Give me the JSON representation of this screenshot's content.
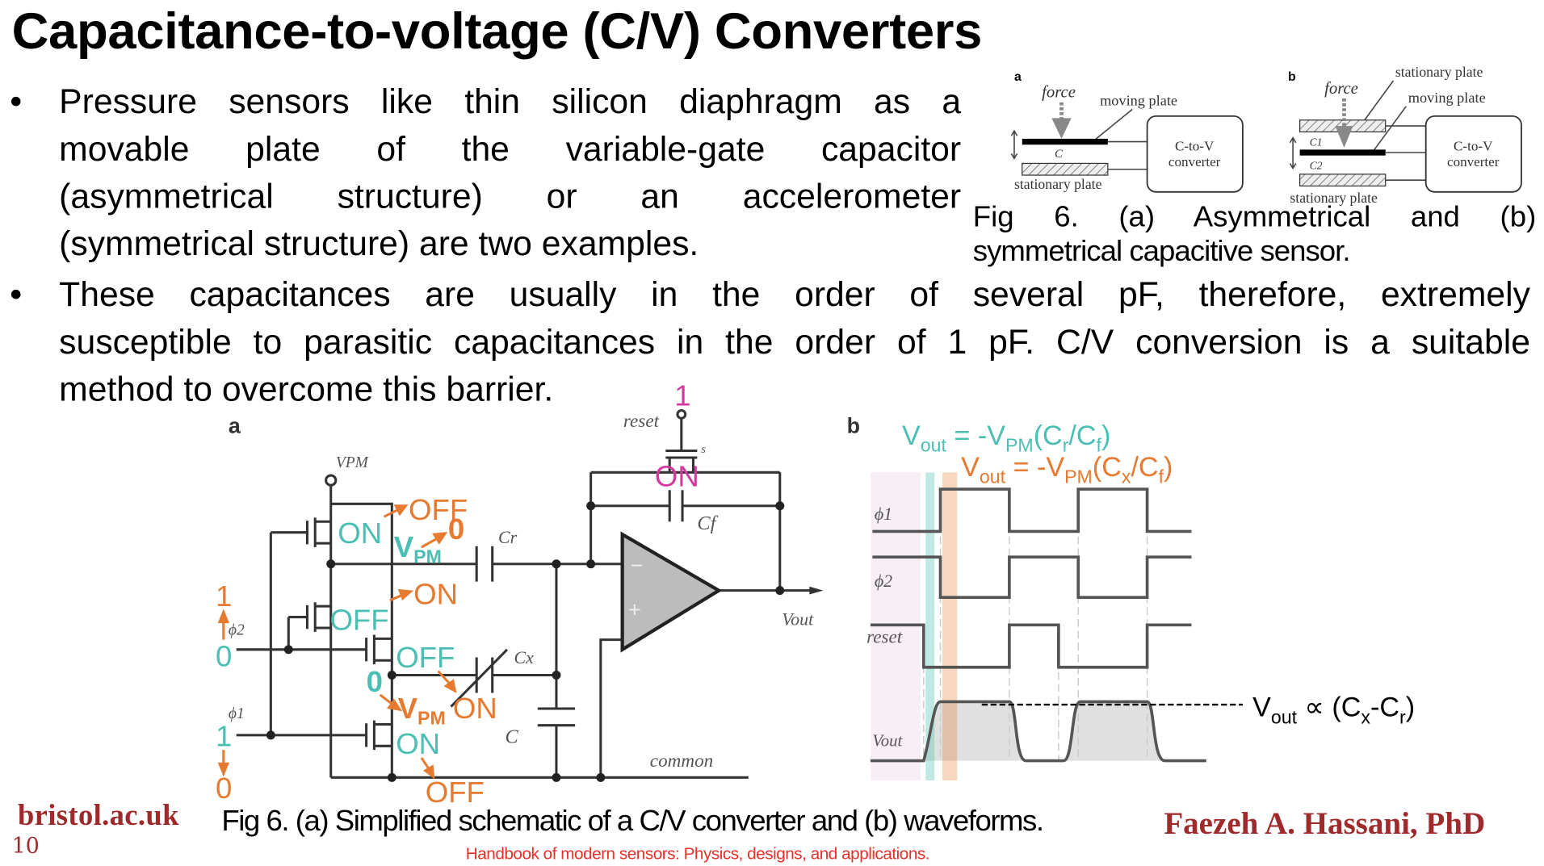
{
  "slide": {
    "title": "Capacitance-to-voltage (C/V) Converters",
    "bullet_char": "•",
    "bullets": [
      {
        "lines": [
          "Pressure sensors like thin silicon diaphragm as a",
          "movable plate of the variable-gate capacitor",
          "(asymmetrical structure) or an accelerometer",
          "(symmetrical structure) are two examples."
        ]
      },
      {
        "lines": [
          "These capacitances are usually in the order of several pF, therefore, extremely",
          "susceptible to parasitic capacitances in the order of 1 pF. C/V conversion is a suitable",
          "method to overcome this barrier."
        ]
      }
    ],
    "caption_top": {
      "lines": [
        "Fig 6. (a) Asymmetrical and (b)",
        "symmetrical capacitive sensor."
      ]
    },
    "caption_bottom": "Fig 6. (a) Simplified schematic of a C/V converter and (b) waveforms.",
    "reference": "Handbook of modern sensors: Physics, designs, and applications.",
    "footer": {
      "site": "bristol.ac.uk",
      "page_number": "10",
      "author": "Faezeh A. Hassani, PhD"
    }
  },
  "sensor_figure": {
    "a": {
      "label": "a",
      "force": "force",
      "moving_plate": "moving plate",
      "cap": "C",
      "stationary_plate": "stationary plate",
      "box": [
        "C-to-V",
        "converter"
      ]
    },
    "b": {
      "label": "b",
      "force": "force",
      "stationary_plate_top": "stationary plate",
      "moving_plate": "moving plate",
      "c1": "C1",
      "c2": "C2",
      "stationary_plate_bottom": "stationary plate",
      "box": [
        "C-to-V",
        "converter"
      ]
    }
  },
  "schematic": {
    "label": "a",
    "vpm": "VPM",
    "reset": "reset",
    "switch": "s",
    "cr": "Cr",
    "cx": "Cx",
    "c": "C",
    "cf": "Cf",
    "vout": "Vout",
    "common": "common",
    "phi2": "ϕ2",
    "phi1": "ϕ1",
    "annotations": {
      "reset_level": "1",
      "reset_state": "ON",
      "t1_state": "ON",
      "t1_next": "OFF",
      "vpm_a": [
        "V",
        "PM"
      ],
      "vpm_a_next": "0",
      "phi2_before": "0",
      "phi2_after": "1",
      "t2_state": "OFF",
      "t2_next": "ON",
      "t3_state": "OFF",
      "node_x_before": "0",
      "vpm_b": [
        "V",
        "PM"
      ],
      "t3_next": "ON",
      "phi1_before": "1",
      "phi1_after": "0",
      "t4_state": "ON",
      "t4_next": "OFF"
    }
  },
  "waveforms": {
    "label": "b",
    "signals": [
      "ϕ1",
      "ϕ2",
      "reset",
      "Vout"
    ],
    "formula_teal": [
      "V",
      "out",
      " = -V",
      "PM",
      "(C",
      "r",
      "/C",
      "f",
      ")"
    ],
    "formula_orange": [
      "V",
      "out",
      " = -V",
      "PM",
      "(C",
      "x",
      "/C",
      "f",
      ")"
    ],
    "proportional": [
      "V",
      "out",
      " ∝ (C",
      "x",
      "-C",
      "r",
      ")"
    ]
  },
  "colors": {
    "teal": "#4bbfb3",
    "orange": "#e57a30",
    "magenta": "#d2399f",
    "footer_red": "#9e2a2b",
    "reference_red": "#e8302a"
  }
}
